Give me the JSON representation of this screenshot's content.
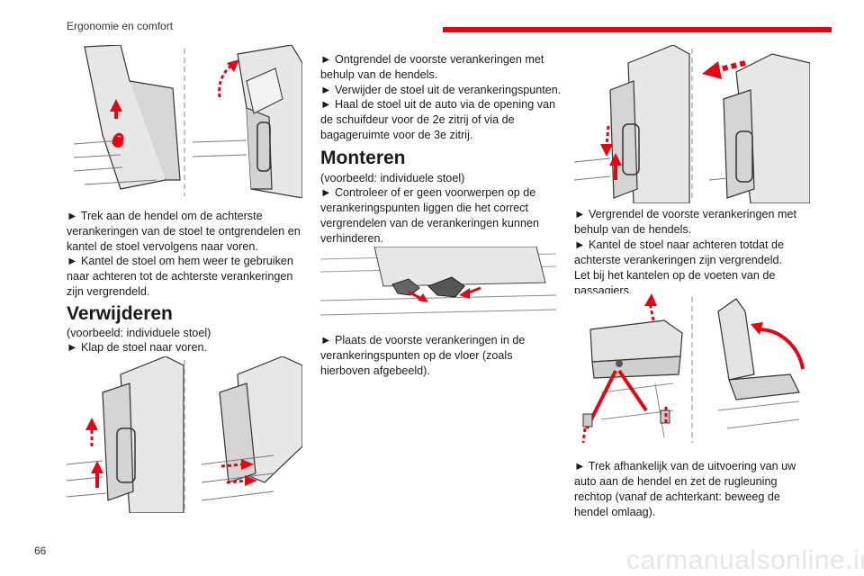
{
  "header": {
    "section_title": "Ergonomie en comfort",
    "accent_color": "#e30613"
  },
  "page_number": "66",
  "watermark": "carmanualsonline.info",
  "column1": {
    "instructions": [
      "► Trek aan de hendel om de achterste verankeringen van de stoel te ontgrendelen en kantel de stoel vervolgens naar voren.",
      "► Kantel de stoel om hem weer te gebruiken naar achteren tot de achterste verankeringen zijn vergrendeld."
    ],
    "removal": {
      "heading": "Verwijderen",
      "lines": [
        "(voorbeeld: individuele stoel)",
        "► Klap de stoel naar voren."
      ]
    }
  },
  "column2": {
    "removal_steps": [
      "► Ontgrendel de voorste verankeringen met behulp van de hendels.",
      "► Verwijder de stoel uit de verankeringspunten.",
      "► Haal de stoel uit de auto via de opening van de schuifdeur voor de 2e zitrij of via de bagageruimte voor de 3e zitrij."
    ],
    "install": {
      "heading": "Monteren",
      "lines": [
        "(voorbeeld: individuele stoel)",
        "► Controleer of er geen voorwerpen op de verankeringspunten liggen die het correct vergrendelen van de verankeringen kunnen verhinderen."
      ]
    },
    "place_step": "► Plaats de voorste verankeringen in de verankeringspunten op de vloer (zoals hierboven afgebeeld)."
  },
  "column3": {
    "lock_steps": [
      "► Vergrendel de voorste verankeringen met behulp van de hendels.",
      "► Kantel de stoel naar achteren totdat de achterste verankeringen zijn vergrendeld.",
      "Let bij het kantelen op de voeten van de passagiers."
    ],
    "backrest_step": "► Trek afhankelijk van de uitvoering van uw auto aan de hendel en zet de rugleuning rechtop (vanaf de achterkant: beweeg de hendel omlaag)."
  }
}
